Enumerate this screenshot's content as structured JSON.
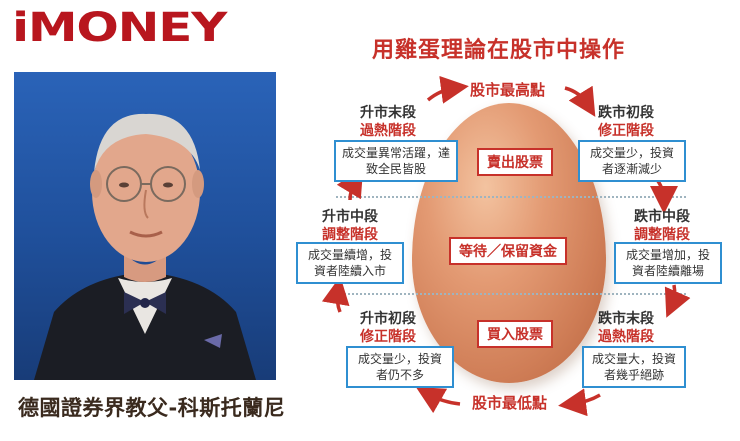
{
  "logo": "iMONEY",
  "caption": "德國證券界教父-科斯托蘭尼",
  "title": "用雞蛋理論在股市中操作",
  "top_label": "股市最高點",
  "bottom_label": "股市最低點",
  "egg_labels": {
    "sell": "賣出股票",
    "wait": "等待／保留資金",
    "buy": "買入股票"
  },
  "phases": {
    "bull_late": {
      "name": "升市末段",
      "stage": "過熱階段",
      "desc1": "成交量異常活躍，達",
      "desc2": "致全民皆股"
    },
    "bear_early": {
      "name": "跌市初段",
      "stage": "修正階段",
      "desc1": "成交量少，投資",
      "desc2": "者逐漸減少"
    },
    "bull_mid": {
      "name": "升市中段",
      "stage": "調整階段",
      "desc1": "成交量續增，投",
      "desc2": "資者陸續入市"
    },
    "bear_mid": {
      "name": "跌市中段",
      "stage": "調整階段",
      "desc1": "成交量增加，投",
      "desc2": "資者陸續離場"
    },
    "bull_early": {
      "name": "升市初段",
      "stage": "修正階段",
      "desc1": "成交量少，投資",
      "desc2": "者仍不多"
    },
    "bear_late": {
      "name": "跌市末段",
      "stage": "過熱階段",
      "desc1": "成交量大，投資",
      "desc2": "者幾乎絕跡"
    }
  },
  "colors": {
    "accent": "#c7312a",
    "box_border": "#2f8fd1"
  }
}
